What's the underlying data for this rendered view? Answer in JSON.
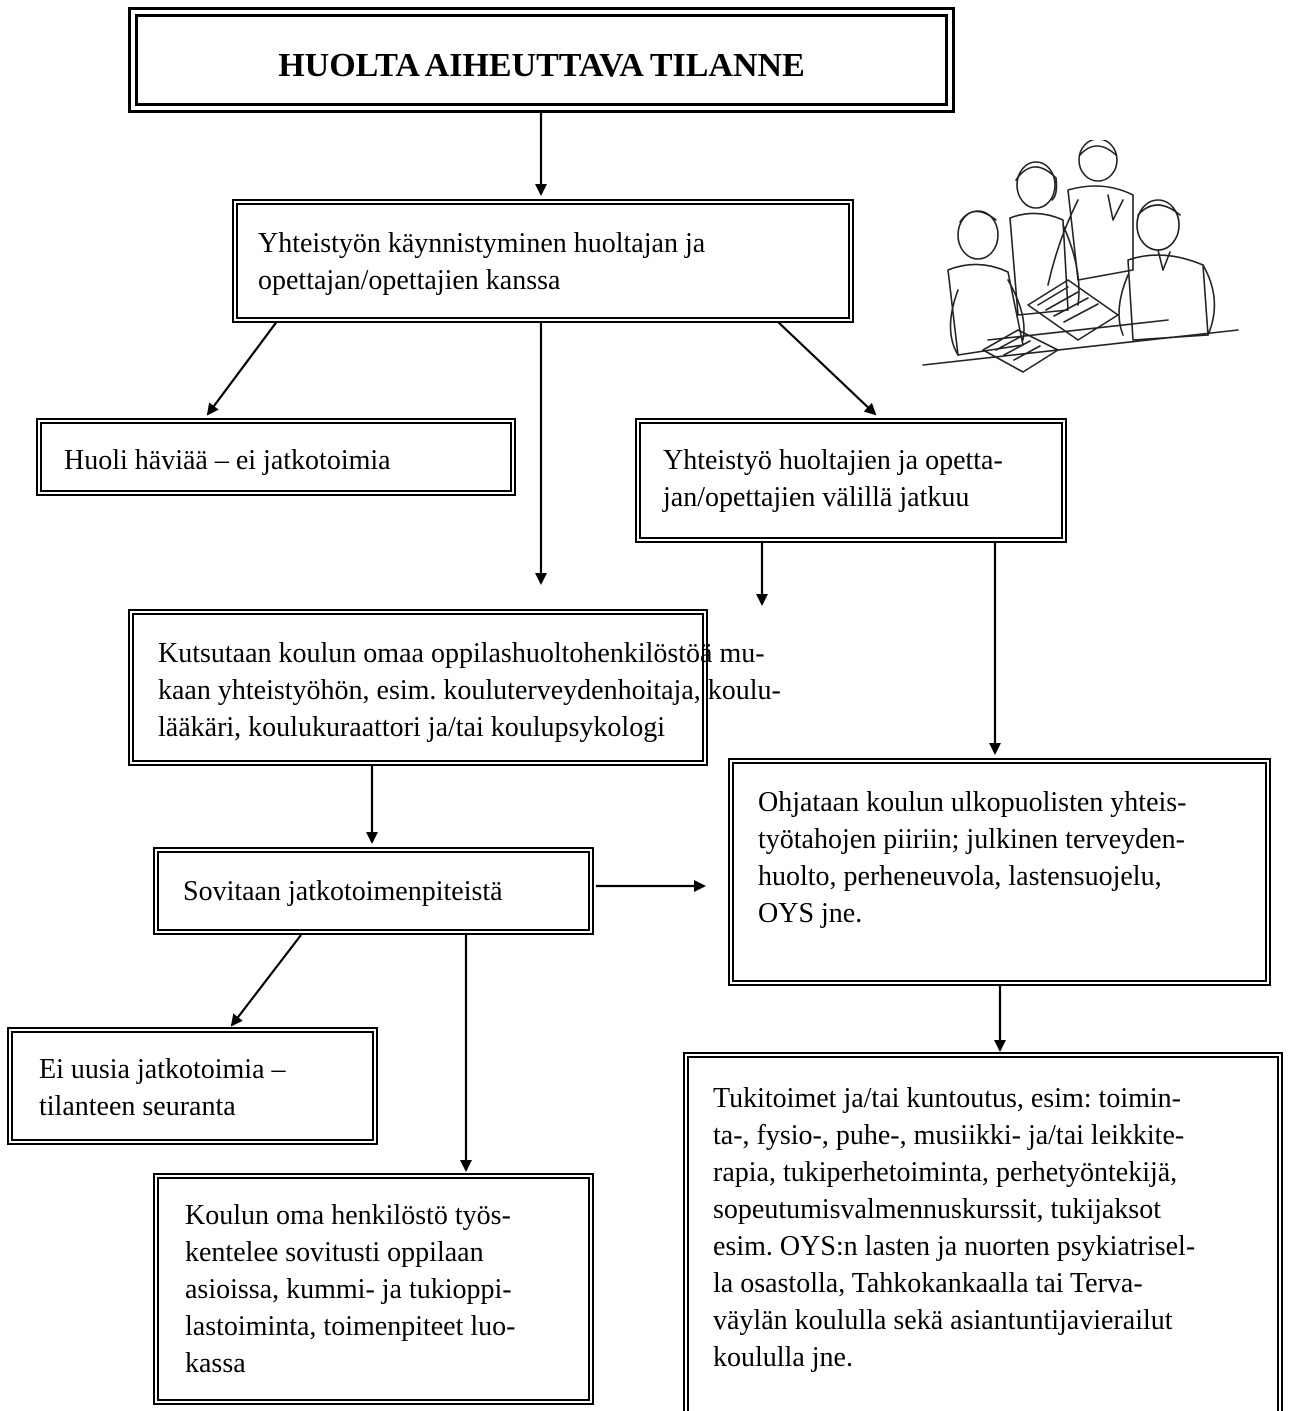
{
  "title": "HUOLTA AIHEUTTAVA TILANNE",
  "start": [
    "Yhteistyön käynnistyminen huoltajan ja",
    "opettajan/opettajien kanssa"
  ],
  "no_action": [
    "Huoli häviää – ei jatkotoimia"
  ],
  "continue": [
    "Yhteistyö huoltajien ja opetta-",
    "jan/opettajien välillä jatkuu"
  ],
  "school_staff": [
    "Kutsutaan koulun omaa oppilashuoltohenkilöstöä mu-",
    "kaan yhteistyöhön, esim. kouluterveydenhoitaja, koulu-",
    "lääkäri, koulukuraattori ja/tai koulupsykologi"
  ],
  "agree": [
    "Sovitaan jatkotoimenpiteistä"
  ],
  "external": [
    "Ohjataan koulun ulkopuolisten yhteis-",
    "työtahojen piiriin; julkinen terveyden-",
    "huolto, perheneuvola, lastensuojelu,",
    "OYS jne."
  ],
  "monitoring": [
    "Ei uusia jatkotoimia –",
    "tilanteen seuranta"
  ],
  "own_staff": [
    "Koulun oma henkilöstö työs-",
    "kentelee sovitusti oppilaan",
    "asioissa, kummi- ja tukioppi-",
    "lastoiminta, toimenpiteet luo-",
    "kassa"
  ],
  "support": [
    "Tukitoimet ja/tai kuntoutus, esim: toimin-",
    "ta-, fysio-, puhe-, musiikki- ja/tai leikkite-",
    "rapia, tukiperhetoiminta, perhetyöntekijä,",
    "sopeutumisvalmennuskurssit, tukijaksot",
    "esim. OYS:n lasten ja nuorten psykiatrisel-",
    "la osastolla, Tahkokankaalla tai Terva-",
    "väylän koululla sekä asiantuntijavierailut",
    "koululla jne."
  ],
  "illustration": "meeting-people-icon"
}
